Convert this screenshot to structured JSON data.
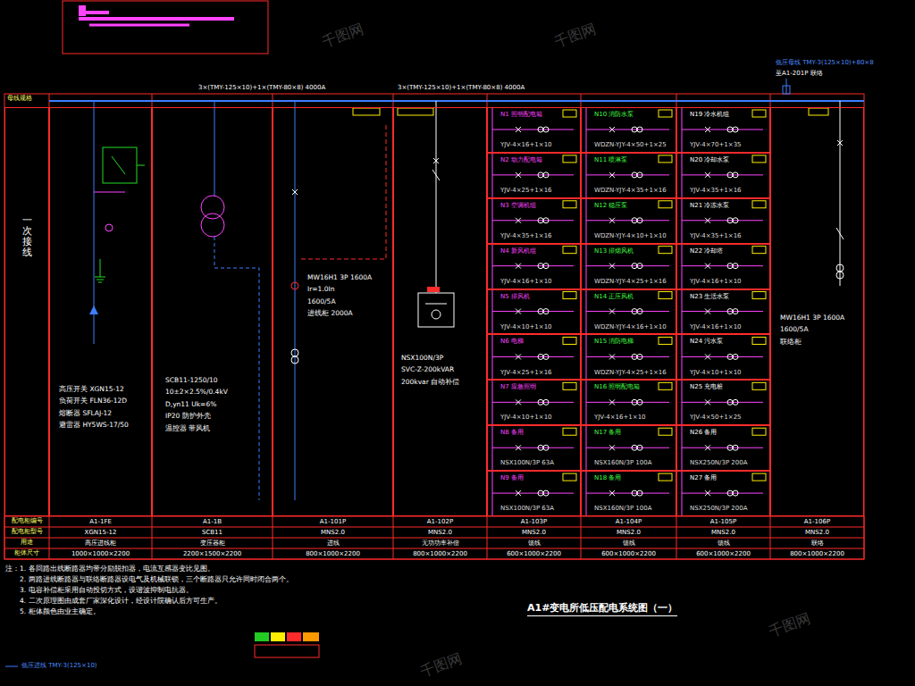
{
  "diagram": {
    "title": "A1#变电所低压配电系统图（一）",
    "nodes": [
      {
        "text": [
          "一次接线"
        ]
      },
      {
        "text": [
          "高压开关 XGN15-12",
          "负荷开关 FLN36-12D",
          "熔断器 SFLAJ-12",
          "避雷器 HY5WS-17/50"
        ]
      },
      {
        "text": [
          "SCB11-1250/10",
          "10±2×2.5%/0.4kV",
          "D,yn11 Uk=6%",
          "IP20 防护外壳",
          "温控器 带风机"
        ]
      },
      {
        "text": [
          "MW16H1 3P 1600A",
          "Ir=1.0In",
          "1600/5A",
          "进线柜 2000A"
        ]
      },
      {
        "text": [
          "NSX100N/3P",
          "SVC-Z-200kVAR",
          "200kvar 自动补偿"
        ]
      },
      {
        "text": [
          "N1 照明配电箱",
          "YJV-4×16+1×10"
        ]
      },
      {
        "text": [
          "N2 动力配电箱",
          "YJV-4×25+1×16"
        ]
      },
      {
        "text": [
          "N3 空调机组",
          "YJV-4×35+1×16"
        ]
      },
      {
        "text": [
          "N4 新风机组",
          "YJV-4×16+1×10"
        ]
      },
      {
        "text": [
          "N5 排风机",
          "YJV-4×10+1×10"
        ]
      },
      {
        "text": [
          "N6 电梯",
          "YJV-4×25+1×16"
        ]
      },
      {
        "text": [
          "N7 应急照明",
          "YJV-4×10+1×10"
        ]
      },
      {
        "text": [
          "N8 备用",
          "NSX100N/3P 63A"
        ]
      },
      {
        "text": [
          "N9 备用",
          "NSX100N/3P 63A"
        ]
      },
      {
        "text": [
          "N10 消防水泵",
          "WDZN-YJY-4×50+1×25"
        ]
      },
      {
        "text": [
          "N11 喷淋泵",
          "WDZN-YJY-4×35+1×16"
        ]
      },
      {
        "text": [
          "N12 稳压泵",
          "WDZN-YJY-4×10+1×10"
        ]
      },
      {
        "text": [
          "N13 排烟风机",
          "WDZN-YJY-4×25+1×16"
        ]
      },
      {
        "text": [
          "N14 正压风机",
          "WDZN-YJY-4×16+1×10"
        ]
      },
      {
        "text": [
          "N15 消防电梯",
          "WDZN-YJY-4×25+1×16"
        ]
      },
      {
        "text": [
          "N16 照明配电箱",
          "YJV-4×16+1×10"
        ]
      },
      {
        "text": [
          "N17 备用",
          "NSX160N/3P 100A"
        ]
      },
      {
        "text": [
          "N18 备用",
          "NSX160N/3P 100A"
        ]
      },
      {
        "text": [
          "N19 冷水机组",
          "YJV-4×70+1×35"
        ]
      },
      {
        "text": [
          "N20 冷却水泵",
          "YJV-4×35+1×16"
        ]
      },
      {
        "text": [
          "N21 冷冻水泵",
          "YJV-4×35+1×16"
        ]
      },
      {
        "text": [
          "N22 冷却塔",
          "YJV-4×16+1×10"
        ]
      },
      {
        "text": [
          "N23 生活水泵",
          "YJV-4×16+1×10"
        ]
      },
      {
        "text": [
          "N24 污水泵",
          "YJV-4×10+1×10"
        ]
      },
      {
        "text": [
          "N25 充电桩",
          "YJV-4×50+1×25"
        ]
      },
      {
        "text": [
          "N26 备用",
          "NSX250N/3P 200A"
        ]
      },
      {
        "text": [
          "N27 备用",
          "NSX250N/3P 200A"
        ]
      },
      {
        "text": [
          "MW16H1 3P 1600A",
          "1600/5A",
          "联络柜"
        ]
      }
    ],
    "labels": [
      "3×(TMY-125×10)+1×(TMY-80×8) 4000A",
      "3×(TMY-125×10)+1×(TMY-80×8) 4000A",
      "低压母线 TMY-3(125×10)+80×8",
      "至A1-201P 联络",
      "配电柜编号",
      "配电柜型号",
      "用途",
      "柜体尺寸",
      "A1-1FE",
      "A1-1B",
      "A1-101P",
      "A1-102P",
      "A1-103P",
      "A1-104P",
      "A1-105P",
      "A1-106P",
      "XGN15-12",
      "SCB11",
      "MNS2.0",
      "MNS2.0",
      "MNS2.0",
      "MNS2.0",
      "MNS2.0",
      "MNS2.0",
      "高压进线柜",
      "变压器柜",
      "进线",
      "无功功率补偿",
      "馈线",
      "馈线",
      "馈线",
      "联络",
      "1000×1000×2200",
      "2200×1500×2200",
      "800×1000×2200",
      "800×1000×2200",
      "600×1000×2200",
      "600×1000×2200",
      "600×1000×2200",
      "800×1000×2200",
      "注：1. 各回路出线断路器均带分励脱扣器，电流互感器变比见图。",
      "2. 两路进线断路器与联络断路器设电气及机械联锁，三个断路器只允许同时闭合两个。",
      "3. 电容补偿柜采用自动投切方式，设谐波抑制电抗器。",
      "4. 二次原理图由成套厂家深化设计，经设计院确认后方可生产。",
      "5. 柜体颜色由业主确定。",
      "低压进线 TMY-3(125×10)",
      "千图网",
      "千图网",
      "千图网",
      "千图网",
      "母线规格"
    ]
  }
}
